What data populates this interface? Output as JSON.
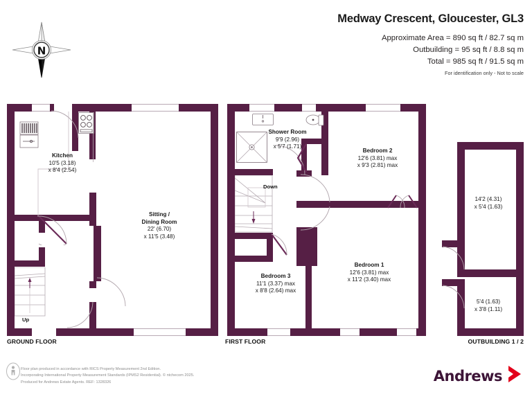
{
  "header": {
    "title": "Medway Crescent, Gloucester, GL3",
    "area_lines": [
      "Approximate Area = 890 sq ft / 82.7 sq m",
      "Outbuilding = 95 sq ft / 8.8 sq m",
      "Total = 985 sq ft / 91.5 sq m"
    ],
    "disclaimer": "For identification only - Not to scale"
  },
  "compass": {
    "label": "N",
    "icon": "compass-rose-icon"
  },
  "colors": {
    "wall": "#561f45",
    "brand": "#3d1437",
    "brand_arrow": "#e3001b",
    "text": "#1a1a1a",
    "footer_text": "#8d8d8d"
  },
  "floors": [
    {
      "caption": "GROUND FLOOR",
      "rooms": [
        {
          "name": "Kitchen",
          "dims": [
            "10'5 (3.18)",
            "x 8'4 (2.54)"
          ]
        },
        {
          "name": "Sitting /",
          "name2": "Dining Room",
          "dims": [
            "22' (6.70)",
            "x 11'5 (3.48)"
          ]
        }
      ],
      "stairs": [
        {
          "label": "Up"
        }
      ],
      "fixtures": [
        "radiator-icon",
        "sink-unit-icon",
        "hob-icon"
      ]
    },
    {
      "caption": "FIRST FLOOR",
      "rooms": [
        {
          "name": "Shower Room",
          "dims": [
            "9'9 (2.96)",
            "x 5'7 (1.71)"
          ]
        },
        {
          "name": "Bedroom 2",
          "dims": [
            "12'6 (3.81) max",
            "x 9'3 (2.81) max"
          ]
        },
        {
          "name": "Bedroom 1",
          "dims": [
            "12'6 (3.81) max",
            "x 11'2 (3.40) max"
          ]
        },
        {
          "name": "Bedroom 3",
          "dims": [
            "11'1 (3.37) max",
            "x 8'8 (2.64) max"
          ]
        }
      ],
      "stairs": [
        {
          "label": "Down"
        }
      ],
      "fixtures": [
        "basin-icon",
        "toilet-icon",
        "shower-tray-icon"
      ]
    },
    {
      "caption": "OUTBUILDING 1 / 2",
      "rooms": [
        {
          "name": "",
          "dims": [
            "14'2 (4.31)",
            "x 5'4 (1.63)"
          ]
        },
        {
          "name": "",
          "dims": [
            "5'4 (1.63)",
            "x 3'8 (1.11)"
          ]
        }
      ],
      "stairs": [],
      "fixtures": []
    }
  ],
  "footer": {
    "lines": [
      "Floor plan produced in accordance with RICS Property Measurement 2nd Edition.",
      "Incorporating International Property Measurement Standards (IPMS2 Residential).    © ntchecom 2025.",
      "Produced for Andrews Estate Agents.    REF: 1328326"
    ],
    "icon": "person-in-circle-icon"
  },
  "brand": {
    "name": "Andrews",
    "arrow_icon": "chevron-right-icon"
  }
}
